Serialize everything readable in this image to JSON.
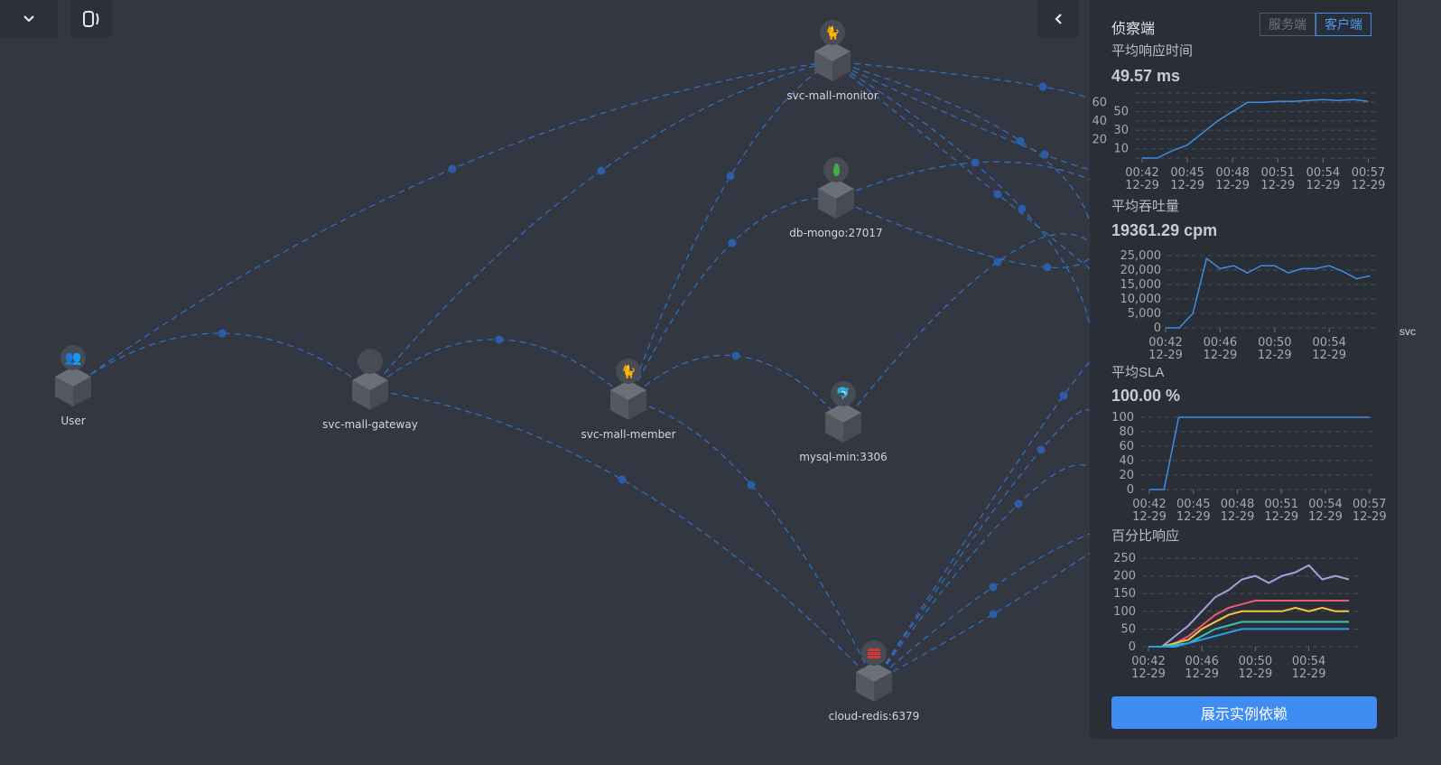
{
  "toolbar": {
    "collapse_icon": "chevron-down-icon",
    "toggle_icon": "device-toggle-icon",
    "panel_toggle_icon": "chevron-left-icon"
  },
  "nodes": [
    {
      "id": "user",
      "label": "User",
      "icon": "users-icon"
    },
    {
      "id": "gateway",
      "label": "svc-mall-gateway",
      "icon": "none"
    },
    {
      "id": "member",
      "label": "svc-mall-member",
      "icon": "tomcat-icon"
    },
    {
      "id": "mysql",
      "label": "mysql-min:3306",
      "icon": "mysql-icon"
    },
    {
      "id": "redis",
      "label": "cloud-redis:6379",
      "icon": "redis-icon"
    },
    {
      "id": "mongo",
      "label": "db-mongo:27017",
      "icon": "mongodb-icon"
    },
    {
      "id": "monitor",
      "label": "svc-mall-monitor",
      "icon": "tomcat-icon"
    }
  ],
  "offscreen_label": "svc",
  "panel": {
    "title": "侦察端",
    "tabs": [
      {
        "label": "服务端",
        "active": false
      },
      {
        "label": "客户端",
        "active": true
      }
    ],
    "sections": [
      {
        "title": "平均响应时间",
        "value": "49.57 ms"
      },
      {
        "title": "平均吞吐量",
        "value": "19361.29 cpm"
      },
      {
        "title": "平均SLA",
        "value": "100.00 %"
      },
      {
        "title": "百分比响应"
      }
    ],
    "button": "展示实例依赖"
  },
  "colors": {
    "accent": "#3f8cf2",
    "line": "#3d8ee0",
    "edge": "#2f6fc0"
  },
  "chart_data": [
    {
      "type": "line",
      "title": "平均响应时间",
      "x": [
        "00:42",
        "00:43",
        "00:44",
        "00:45",
        "00:46",
        "00:47",
        "00:48",
        "00:49",
        "00:50",
        "00:51",
        "00:52",
        "00:53",
        "00:54",
        "00:55",
        "00:56",
        "00:57"
      ],
      "xticks": [
        "00:42\n12-29",
        "00:45\n12-29",
        "00:48\n12-29",
        "00:51\n12-29",
        "00:54\n12-29",
        "00:57\n12-29"
      ],
      "yticks": [
        "10",
        "20",
        "30",
        "40",
        "50",
        "60"
      ],
      "ylim": [
        0,
        70
      ],
      "series": [
        {
          "color": "#3d8ee0",
          "values": [
            0,
            0,
            8,
            14,
            27,
            40,
            50,
            60,
            60,
            61,
            61,
            62,
            63,
            62,
            63,
            61
          ]
        }
      ]
    },
    {
      "type": "line",
      "title": "平均吞吐量",
      "x": [
        "00:42",
        "00:43",
        "00:44",
        "00:45",
        "00:46",
        "00:47",
        "00:48",
        "00:49",
        "00:50",
        "00:51",
        "00:52",
        "00:53",
        "00:54",
        "00:55",
        "00:56",
        "00:57"
      ],
      "xticks": [
        "00:42\n12-29",
        "00:46\n12-29",
        "00:50\n12-29",
        "00:54\n12-29"
      ],
      "yticks": [
        "0",
        "5,000",
        "10,000",
        "15,000",
        "20,000",
        "25,000"
      ],
      "ylim": [
        0,
        25000
      ],
      "series": [
        {
          "color": "#3d8ee0",
          "values": [
            0,
            0,
            5000,
            24000,
            20500,
            21500,
            19000,
            21500,
            21500,
            19000,
            20500,
            20500,
            21500,
            19500,
            17000,
            18000
          ]
        }
      ]
    },
    {
      "type": "line",
      "title": "平均SLA",
      "x": [
        "00:42",
        "00:43",
        "00:44",
        "00:45",
        "00:46",
        "00:47",
        "00:48",
        "00:49",
        "00:50",
        "00:51",
        "00:52",
        "00:53",
        "00:54",
        "00:55",
        "00:56",
        "00:57"
      ],
      "xticks": [
        "00:42\n12-29",
        "00:45\n12-29",
        "00:48\n12-29",
        "00:51\n12-29",
        "00:54\n12-29",
        "00:57\n12-29"
      ],
      "yticks": [
        "0",
        "20",
        "40",
        "60",
        "80",
        "100"
      ],
      "ylim": [
        0,
        100
      ],
      "series": [
        {
          "color": "#3d8ee0",
          "values": [
            0,
            0,
            100,
            100,
            100,
            100,
            100,
            100,
            100,
            100,
            100,
            100,
            100,
            100,
            100,
            100
          ]
        }
      ]
    },
    {
      "type": "line",
      "title": "百分比响应",
      "x": [
        "00:42",
        "00:43",
        "00:44",
        "00:45",
        "00:46",
        "00:47",
        "00:48",
        "00:49",
        "00:50",
        "00:51",
        "00:52",
        "00:53",
        "00:54",
        "00:55",
        "00:56",
        "00:57"
      ],
      "xticks": [
        "00:42\n12-29",
        "00:46\n12-29",
        "00:50\n12-29",
        "00:54\n12-29"
      ],
      "yticks": [
        "0",
        "50",
        "100",
        "150",
        "200",
        "250"
      ],
      "ylim": [
        0,
        250
      ],
      "series": [
        {
          "color": "#a3a0e0",
          "values": [
            0,
            0,
            30,
            60,
            100,
            140,
            160,
            190,
            200,
            180,
            200,
            210,
            230,
            190,
            200,
            190
          ]
        },
        {
          "color": "#ee5a72",
          "values": [
            0,
            0,
            10,
            30,
            60,
            90,
            110,
            120,
            130,
            130,
            130,
            130,
            130,
            130,
            130,
            130
          ]
        },
        {
          "color": "#f6c343",
          "values": [
            0,
            0,
            10,
            20,
            50,
            70,
            90,
            100,
            100,
            100,
            100,
            110,
            100,
            110,
            100,
            100
          ]
        },
        {
          "color": "#36c2b4",
          "values": [
            0,
            0,
            5,
            10,
            30,
            50,
            60,
            70,
            70,
            70,
            70,
            70,
            70,
            70,
            70,
            70
          ]
        },
        {
          "color": "#2b9fe8",
          "values": [
            0,
            0,
            0,
            10,
            20,
            30,
            40,
            50,
            50,
            50,
            50,
            50,
            50,
            50,
            50,
            50
          ]
        }
      ]
    }
  ]
}
